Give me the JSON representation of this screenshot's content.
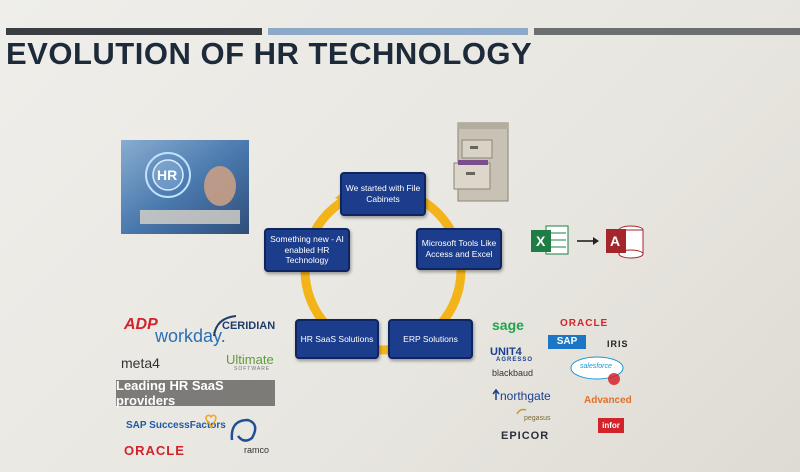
{
  "slide": {
    "title": "EVOLUTION OF HR TECHNOLOGY",
    "accent_colors": [
      "#3a3d42",
      "#8ea9c8",
      "#6c6e70"
    ]
  },
  "cycle": {
    "nodes": {
      "top": "We started with File Cabinets",
      "right": "Microsoft Tools Like Access and Excel",
      "bottom_right": "ERP Solutions",
      "bottom_left": "HR SaaS Solutions",
      "left": "Something new - AI enabled HR Technology"
    },
    "ring_color": "#f2b418",
    "node_color": "#1c3d8c"
  },
  "hr_image": {
    "label": "HR"
  },
  "arrow_icons": {
    "from": "excel-icon",
    "to": "access-icon"
  },
  "left_logos": {
    "adp": "ADP",
    "workday": "workday.",
    "ceridian": "CERIDIAN",
    "meta4": "meta4",
    "ultimate": "Ultimate",
    "ultimate_sub": "SOFTWARE",
    "banner": "Leading HR SaaS providers",
    "sap_sf": "SAP SuccessFactors",
    "oracle": "ORACLE",
    "ramco": "ramco"
  },
  "right_logos": {
    "sage": "sage",
    "oracle": "ORACLE",
    "unit4": "UNIT4",
    "unit4_sub": "AGRESSO",
    "sap": "SAP",
    "iris": "IRIS",
    "blackbaud": "blackbaud",
    "salesforce": "salesforce",
    "northgate": "northgate",
    "advanced": "Advanced",
    "pegasus": "pegasus",
    "epicor": "EPICOR",
    "infor": "infor"
  }
}
